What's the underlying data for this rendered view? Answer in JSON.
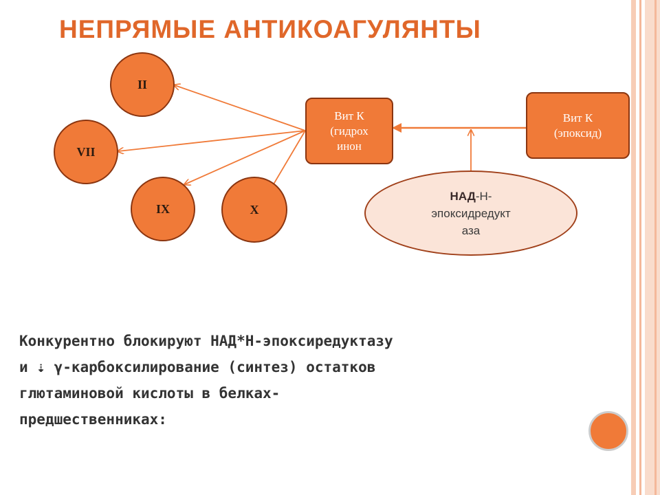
{
  "title": "НЕПРЯМЫЕ АНТИКОАГУЛЯНТЫ",
  "factors": [
    "II",
    "VII",
    "IX",
    "X"
  ],
  "vit_k_hydroquinone": "Вит К\n(гидрох\nинон",
  "vit_k_epoxide": "Вит К\n(эпоксид)",
  "enzyme": {
    "bold_part": "НАД",
    "part2": "-Н-",
    "line2": "эпоксидредукт",
    "line3": "аза"
  },
  "body_lines": [
    "Конкурентно блокируют НАД*Н-эпоксиредуктазу",
    "и ⇣ γ-карбоксилирование (синтез) остатков",
    "глютаминовой кислоты  в белках-",
    "предшественниках:"
  ],
  "colors": {
    "accent": "#e0672a",
    "circle_fill": "#f07a38",
    "ellipse_fill": "#fbe4d8",
    "stripe": "#f4b89a",
    "arrow": "#f07a38"
  }
}
